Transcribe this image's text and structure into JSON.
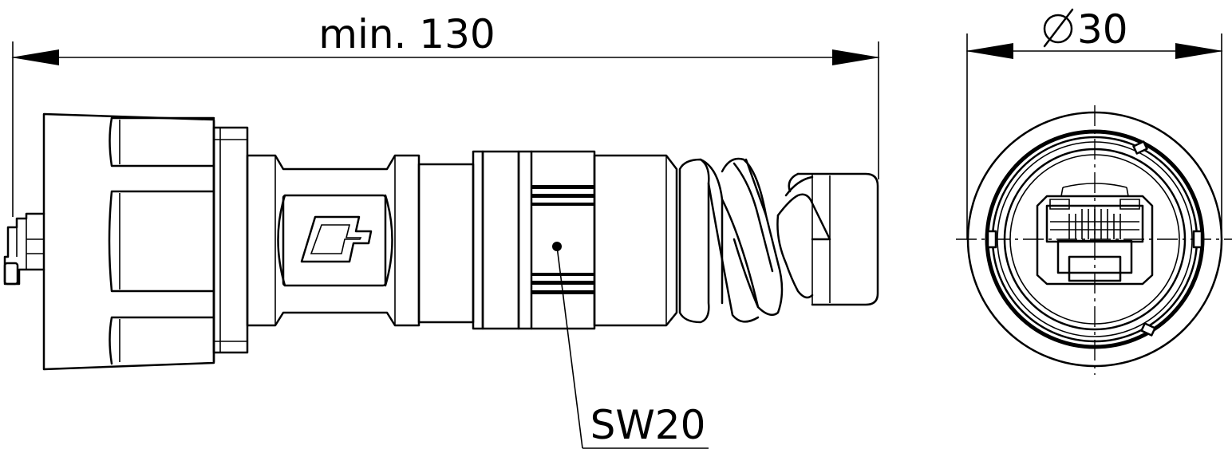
{
  "dimensions": {
    "length_label": "min. 130",
    "diameter_value": "30",
    "wrench_label": "SW20"
  },
  "icons": {
    "diameter_symbol": "diameter-symbol-icon",
    "logo": "brand-logo-icon"
  },
  "colors": {
    "line": "#000000",
    "background": "#ffffff"
  }
}
